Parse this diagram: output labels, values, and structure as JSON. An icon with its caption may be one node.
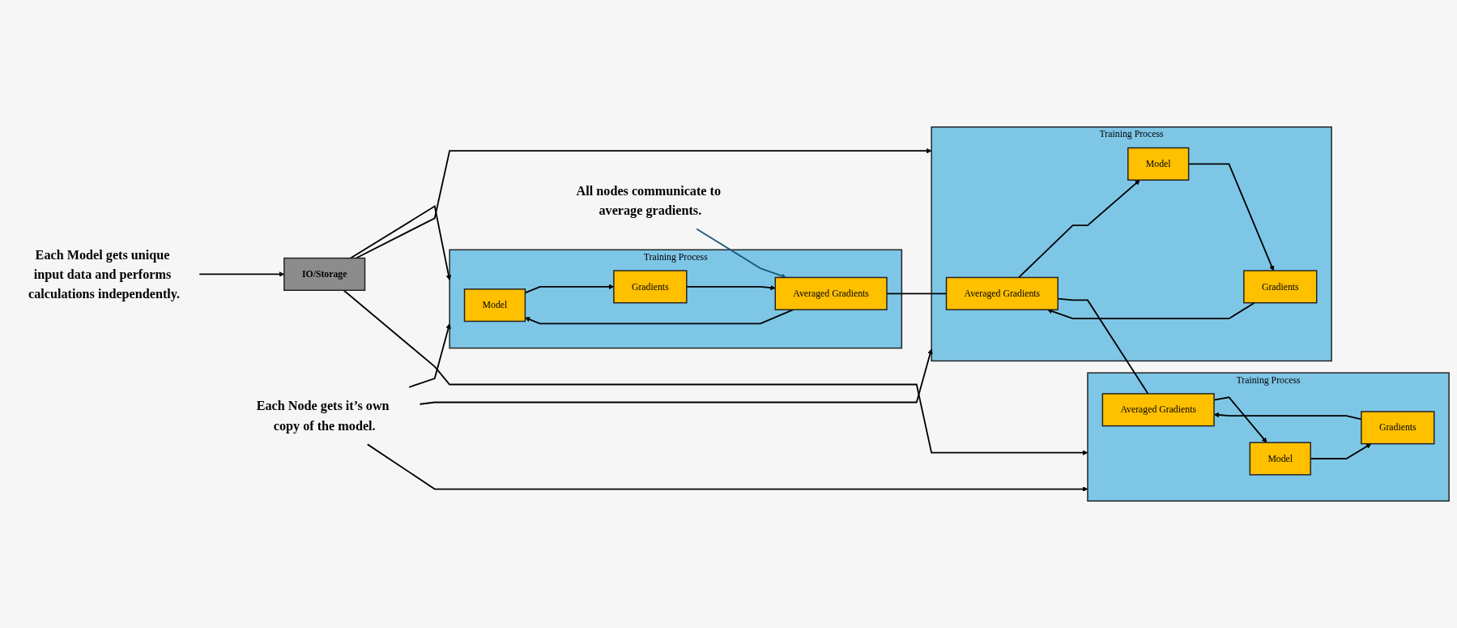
{
  "diagram": {
    "nodes": [
      {
        "text": [
          "Each Model gets unique input data and performs calculations independently."
        ]
      },
      {
        "text": [
          "IO/Storage"
        ]
      },
      {
        "text": [
          "Training Process"
        ]
      },
      {
        "text": [
          "Model"
        ],
        "in": 2
      },
      {
        "text": [
          "Gradients"
        ],
        "in": 2
      },
      {
        "text": [
          "Averaged Gradients"
        ],
        "in": 2
      },
      {
        "text": [
          "Training Process"
        ]
      },
      {
        "text": [
          "Model"
        ],
        "in": 6
      },
      {
        "text": [
          "Gradients"
        ],
        "in": 6
      },
      {
        "text": [
          "Averaged Gradients"
        ],
        "in": 6
      },
      {
        "text": [
          "Training Process"
        ]
      },
      {
        "text": [
          "Model"
        ],
        "in": 10
      },
      {
        "text": [
          "Gradients"
        ],
        "in": 10
      },
      {
        "text": [
          "Averaged Gradients"
        ],
        "in": 10
      },
      {
        "text": [
          "All nodes communicate to average gradients."
        ]
      },
      {
        "text": [
          "Each Node gets it’s own copy of the model."
        ]
      }
    ],
    "edges": [
      {
        "from": 0,
        "to": 1,
        "arrow": "to"
      },
      {
        "from": 1,
        "to": 2,
        "arrow": "to"
      },
      {
        "from": 1,
        "to": 6,
        "arrow": "to"
      },
      {
        "from": 1,
        "to": 10,
        "arrow": "to"
      },
      {
        "from": 3,
        "to": 4,
        "arrow": "to"
      },
      {
        "from": 4,
        "to": 5,
        "arrow": "to"
      },
      {
        "from": 5,
        "to": 3,
        "arrow": "to"
      },
      {
        "from": 7,
        "to": 8,
        "arrow": "to"
      },
      {
        "from": 8,
        "to": 9,
        "arrow": "to"
      },
      {
        "from": 9,
        "to": 7,
        "arrow": "to"
      },
      {
        "from": 11,
        "to": 12,
        "arrow": "to"
      },
      {
        "from": 12,
        "to": 13,
        "arrow": "to"
      },
      {
        "from": 13,
        "to": 11,
        "arrow": "to"
      },
      {
        "from": 14,
        "to": 5,
        "arrow": "to",
        "color": "#1b5a7a"
      },
      {
        "from": 5,
        "to": 9,
        "arrow": "none"
      },
      {
        "from": 9,
        "to": 13,
        "arrow": "none"
      },
      {
        "from": 15,
        "to": 2,
        "arrow": "to"
      },
      {
        "from": 15,
        "to": 6,
        "arrow": "to"
      },
      {
        "from": 15,
        "to": 10,
        "arrow": "to"
      }
    ]
  }
}
